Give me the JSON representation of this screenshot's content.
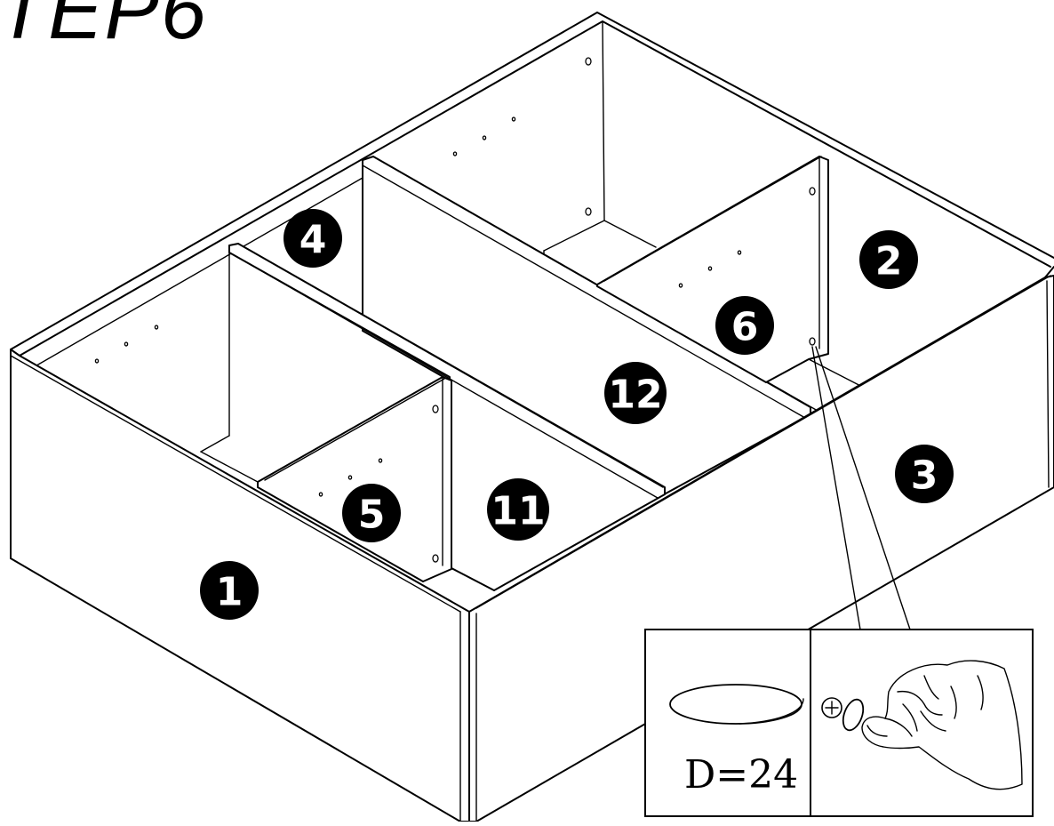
{
  "step_title": "TEP6",
  "parts": [
    {
      "label": "1"
    },
    {
      "label": "2"
    },
    {
      "label": "3"
    },
    {
      "label": "4"
    },
    {
      "label": "5"
    },
    {
      "label": "6"
    },
    {
      "label": "11"
    },
    {
      "label": "12"
    }
  ],
  "detail_inset": {
    "cap_label": "D=24",
    "screw_icon": "screw-head-icon",
    "cap_icon": "cover-cap-icon",
    "hand_icon": "hand-pressing-icon"
  }
}
